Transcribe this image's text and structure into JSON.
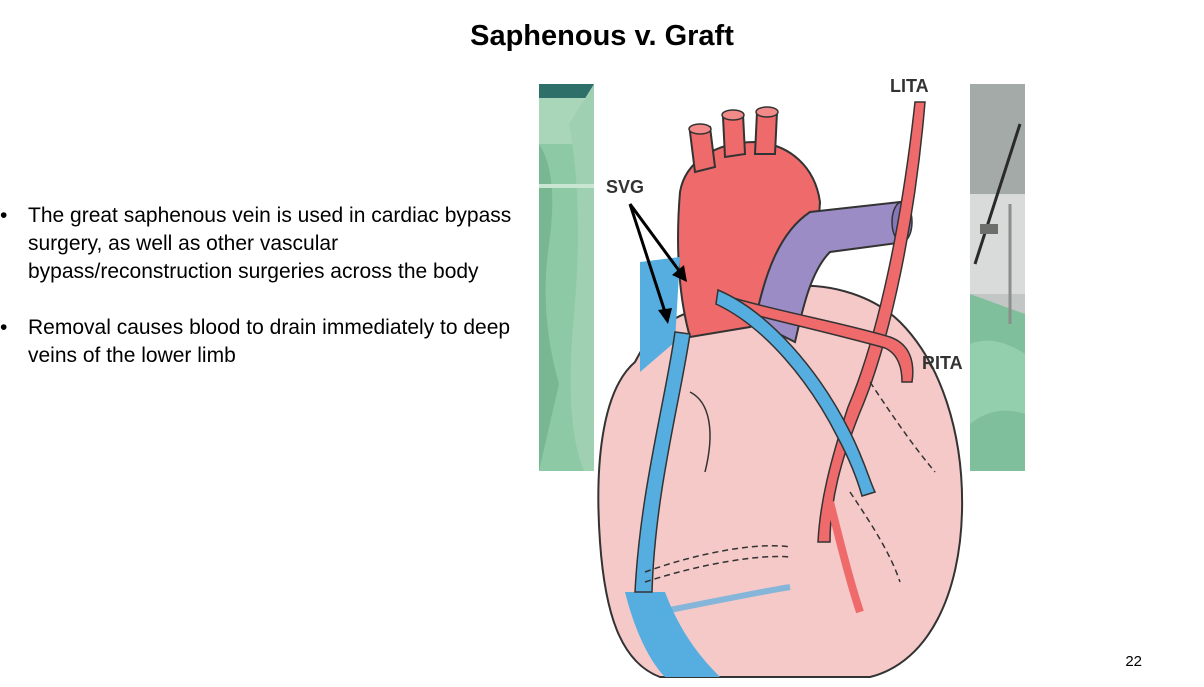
{
  "slide": {
    "title": "Saphenous v. Graft",
    "bullets": [
      "The great saphenous vein is used in cardiac bypass surgery, as well as other vascular bypass/reconstruction surgeries across the body",
      "Removal causes blood to drain immediately to deep veins of the lower limb"
    ],
    "bullet_marker": "•",
    "page_number": "22"
  },
  "figure": {
    "labels": {
      "lita": "LITA",
      "svg": "SVG",
      "rita": "RITA"
    },
    "colors": {
      "artery": "#ef6b6b",
      "vein_graft": "#56aee0",
      "pulmonary": "#9b8cc6",
      "myocardium": "#f6c9c9",
      "surgical_drape": "#7fbf9c"
    }
  }
}
